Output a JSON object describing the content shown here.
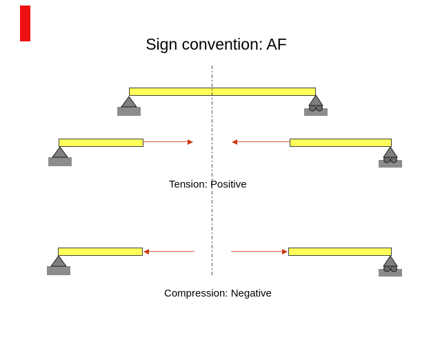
{
  "slide": {
    "title": "Sign convention: AF",
    "labels": {
      "tension": "Tension: Positive",
      "compression": "Compression: Negative"
    }
  },
  "colors": {
    "background": "#FFFFFF",
    "accent_bar": "#EE1111",
    "title_text": "#000000",
    "label_text": "#000000",
    "beam_fill": "#FFFF5C",
    "beam_border": "#404040",
    "support_fill": "#7F7F7F",
    "support_base": "#8C8C8C",
    "support_outline": "#1A1A1A",
    "roller_wheel": "#6B6B6B",
    "arrow_line": "#E05A3A",
    "arrow_head": "#CC3A10",
    "centerline": "#4A4A4A"
  },
  "diagram": {
    "description": "Axial force sign convention: simply supported beam cut by a vertical dash-dot centerline",
    "centerline_style": "vertical dash-dot section cut line",
    "icons": [
      "pin-support-icon",
      "roller-support-icon",
      "arrow-icon"
    ],
    "rows": [
      {
        "name": "full-beam",
        "parts": [
          "yellow beam",
          "pin support left",
          "roller support right"
        ]
      },
      {
        "name": "tension",
        "left_arrow": "points right, away from cut",
        "right_arrow": "points left, away from cut",
        "label": "Tension: Positive"
      },
      {
        "name": "compression",
        "left_arrow": "points left, into beam",
        "right_arrow": "points right, into beam",
        "label": "Compression: Negative"
      }
    ]
  }
}
